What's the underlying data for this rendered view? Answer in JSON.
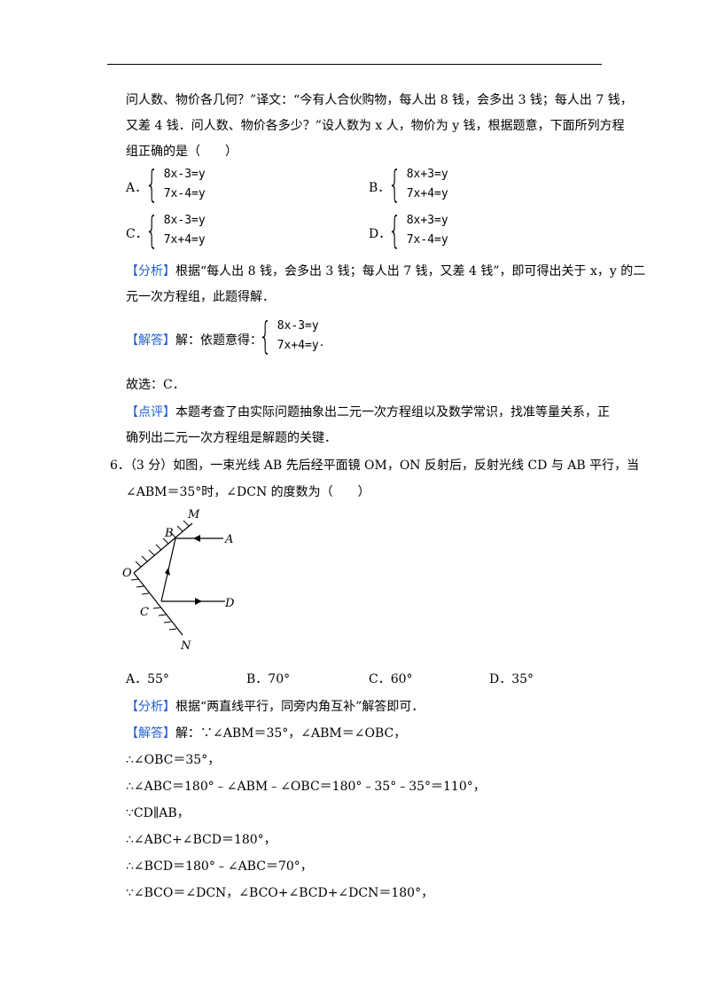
{
  "q5": {
    "l1": "问人数、物价各几何？”译文：“今有人合伙购物，每人出 8 钱，会多出 3 钱；每人出 7 钱，",
    "l2": "又差 4 钱．问人数、物价各多少？”设人数为 x 人，物价为 y 钱，根据题意，下面所列方程",
    "l3": "组正确的是（　　）",
    "options": [
      {
        "label": "A．",
        "eq1": "8x-3=y",
        "eq2": "7x-4=y"
      },
      {
        "label": "B．",
        "eq1": "8x+3=y",
        "eq2": "7x+4=y"
      },
      {
        "label": "C．",
        "eq1": "8x-3=y",
        "eq2": "7x+4=y"
      },
      {
        "label": "D．",
        "eq1": "8x+3=y",
        "eq2": "7x-4=y"
      }
    ],
    "analysis_tag": "【分析】",
    "analysis_l1": "根据“每人出 8 钱，会多出 3 钱；每人出 7 钱，又差 4 钱”，即可得出关于 x，y 的二",
    "analysis_l2": "元一次方程组，此题得解．",
    "answer_tag": "【解答】",
    "answer_text": "解：依题意得：",
    "answer_eq1": "8x-3=y",
    "answer_eq2": "7x+4=y",
    "answer_end": ".",
    "choice": "故选：C．",
    "comment_tag": "【点评】",
    "comment_l1": "本题考查了由实际问题抽象出二元一次方程组以及数学常识，找准等量关系，正",
    "comment_l2": "确列出二元一次方程组是解题的关键．"
  },
  "q6": {
    "l1": "6．（3 分）如图，一束光线 AB 先后经平面镜 OM，ON 反射后，反射光线 CD 与 AB 平行，当",
    "l2": "∠ABM＝35°时，∠DCN 的度数为（　　）",
    "figure_labels": {
      "M": "M",
      "B": "B",
      "A": "A",
      "O": "O",
      "C": "C",
      "D": "D",
      "N": "N"
    },
    "options": [
      "A．55°",
      "B．70°",
      "C．60°",
      "D．35°"
    ],
    "analysis_tag": "【分析】",
    "analysis_text": "根据“两直线平行，同旁内角互补”解答即可．",
    "answer_tag": "【解答】",
    "steps": [
      "解：∵∠ABM＝35°，∠ABM＝∠OBC，",
      "∴∠OBC＝35°，",
      "∴∠ABC＝180°﹣∠ABM﹣∠OBC＝180°﹣35°﹣35°＝110°，",
      "∵CD∥AB，",
      "∴∠ABC+∠BCD＝180°，",
      "∴∠BCD＝180°﹣∠ABC＝70°，",
      "∵∠BCO＝∠DCN，∠BCO+∠BCD+∠DCN＝180°，"
    ]
  },
  "colors": {
    "tag": "#1f5fd6"
  }
}
